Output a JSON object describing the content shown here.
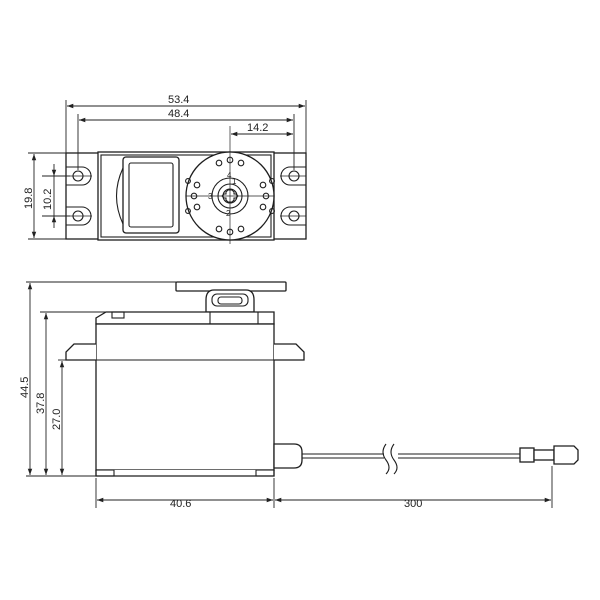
{
  "top_view": {
    "dim_overall_width": "53.4",
    "dim_hole_spacing": "48.4",
    "dim_horn_offset": "14.2",
    "dim_height": "19.8",
    "dim_hole_spacing_vertical": "10.2",
    "horn_labels": [
      "1",
      "2",
      "3",
      "4"
    ]
  },
  "side_view": {
    "dim_total_height": "44.5",
    "dim_body_height": "37.8",
    "dim_mount_height": "27.0",
    "dim_body_width": "40.6",
    "dim_cable_length": "300"
  }
}
